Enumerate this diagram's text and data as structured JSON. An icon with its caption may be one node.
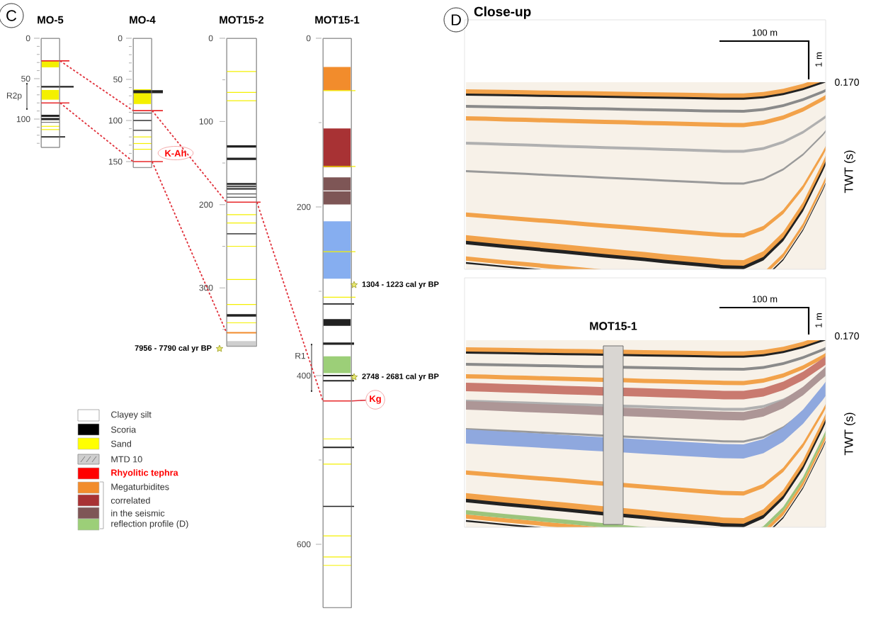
{
  "diagram": {
    "nodes": [
      {
        "text": [
          "C"
        ]
      },
      {
        "text": [
          "MO-5"
        ]
      },
      {
        "text": [
          "MO-4"
        ]
      },
      {
        "text": [
          "MOT15-2"
        ]
      },
      {
        "text": [
          "MOT15-1"
        ]
      },
      {
        "text": [
          "K-Ah"
        ]
      },
      {
        "text": [
          "Kg"
        ]
      },
      {
        "text": [
          "D"
        ],
        "beside": [
          "Close-up"
        ]
      },
      {
        "text": [
          "MOT15-1"
        ]
      }
    ],
    "edges": [
      {
        "from": 1,
        "to": 2,
        "arrow": "none",
        "style": "dashed",
        "color": "#e0303a"
      },
      {
        "from": 1,
        "to": 2,
        "arrow": "none",
        "style": "dashed",
        "color": "#e0303a"
      },
      {
        "from": 2,
        "to": 3,
        "arrow": "none",
        "style": "dashed",
        "color": "#e0303a"
      },
      {
        "from": 2,
        "to": 3,
        "arrow": "none",
        "style": "dashed",
        "color": "#e0303a"
      },
      {
        "from": 3,
        "to": 4,
        "arrow": "none",
        "style": "dashed",
        "color": "#e0303a"
      },
      {
        "from": 4,
        "to": 6,
        "arrow": "none",
        "color": "#e0303a"
      }
    ],
    "labels": [
      "0",
      "50",
      "R2p",
      "100",
      "0",
      "50",
      "100",
      "150",
      "0",
      "100",
      "200",
      "300",
      "7956 - 7790 cal yr BP",
      "0",
      "200",
      "1304 - 1223 cal yr BP",
      "R1",
      "400",
      "2748 - 2681 cal yr BP",
      "600",
      "100 m",
      "1 m",
      "0.170",
      "TWT (s)",
      "100 m",
      "1 m",
      "0.170",
      "TWT (s)"
    ],
    "legend": [
      {
        "text": "Clayey silt"
      },
      {
        "text": "Scoria",
        "color": "#000000"
      },
      {
        "text": "Sand",
        "color": "#ffff00"
      },
      {
        "text": "MTD 10"
      },
      {
        "text": "Rhyolitic tephra",
        "color": "#ff0000"
      },
      {
        "text": "Megaturbidites",
        "color": "#f28c2c"
      },
      {
        "text": "correlated",
        "color": "#a83234"
      },
      {
        "text": "in the seismic",
        "color": "#7e5656"
      },
      {
        "text": "reflection profile (D)",
        "color": "#9ccf78"
      }
    ]
  }
}
